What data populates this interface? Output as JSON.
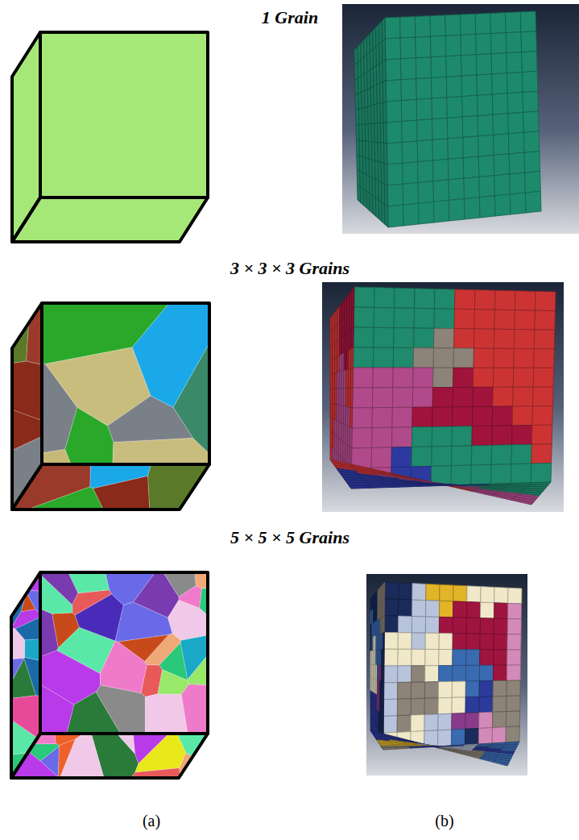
{
  "diagram": {
    "labels": [
      "1 Grain",
      "3 × 3 × 3 Grains",
      "5 × 5 × 5 Grains",
      "(a)",
      "(b)"
    ]
  }
}
